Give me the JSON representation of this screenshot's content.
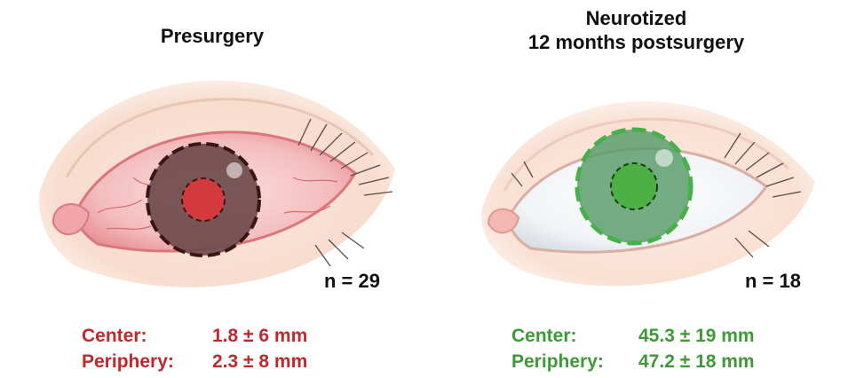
{
  "panels": [
    {
      "title_lines": [
        "Presurgery"
      ],
      "n_label": "n = 29",
      "stats": [
        {
          "label": "Center:",
          "value": "1.8 ± 6 mm"
        },
        {
          "label": "Periphery:",
          "value": "2.3 ± 8 mm"
        }
      ],
      "color": "#c0282d",
      "zone_fill": "#6e4a4d",
      "zone_border": "#3a1512",
      "center_fill": "#d33a3e"
    },
    {
      "title_lines": [
        "Neurotized",
        "12 months postsurgery"
      ],
      "n_label": "n = 18",
      "stats": [
        {
          "label": "Center:",
          "value": "45.3 ± 19 mm"
        },
        {
          "label": "Periphery:",
          "value": "47.2 ± 18 mm"
        }
      ],
      "color": "#3d9a37",
      "zone_fill": "#5c9e6d",
      "zone_border": "#48b04a",
      "center_fill": "#4db044"
    }
  ]
}
